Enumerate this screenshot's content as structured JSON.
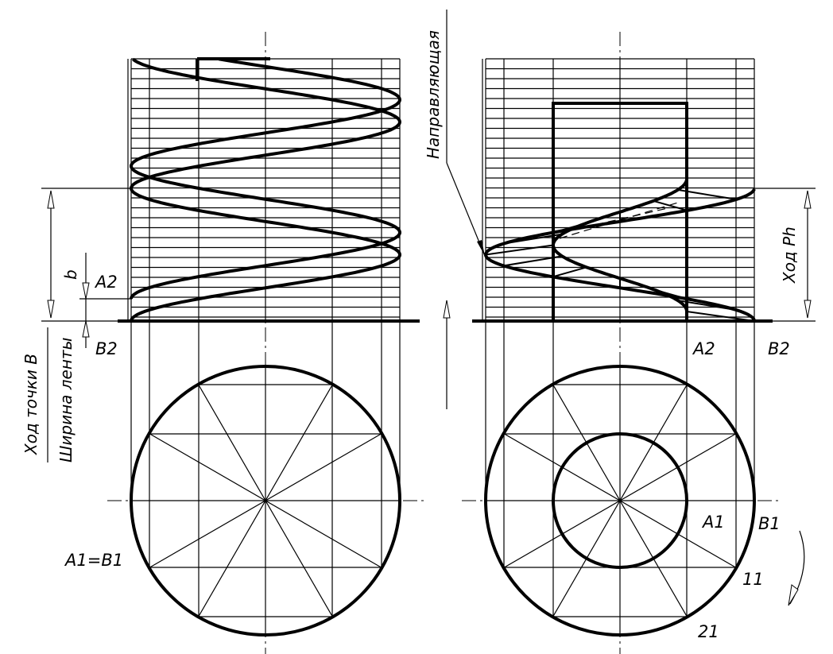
{
  "labels": {
    "b": "b",
    "a2_left": "A2",
    "b2_left": "B2",
    "a2_right": "A2",
    "b2_right": "B2",
    "a1_eq_b1": "A1=B1",
    "a1_right": "A1",
    "b1_right": "B1",
    "one1": "11",
    "two1": "21",
    "napravlyayushchaya": "Направляющая",
    "hod_tochki_b": "Ход точки В",
    "shirina_lenty": "Ширина ленты",
    "hod_ph": "Ход Ph"
  },
  "colors": {
    "ink": "#000000",
    "paper": "#ffffff"
  }
}
